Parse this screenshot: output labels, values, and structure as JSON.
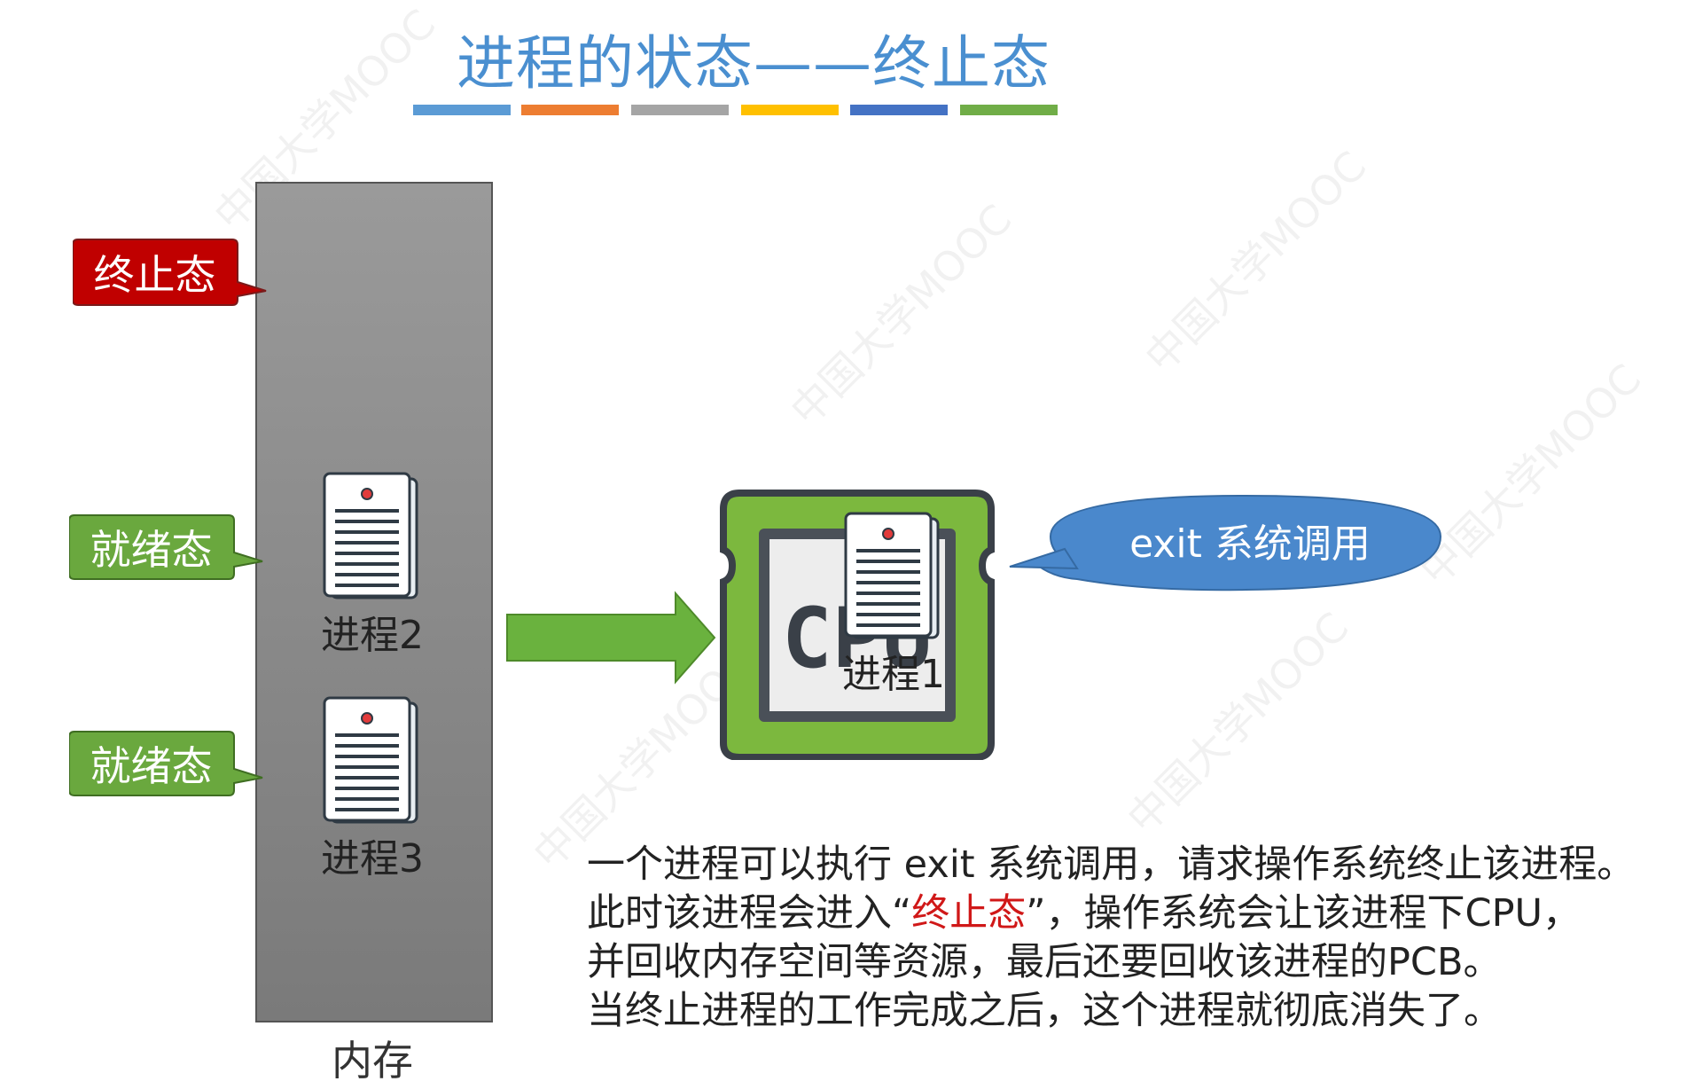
{
  "title": "进程的状态——终止态",
  "title_bar_colors": [
    "#5b9bd5",
    "#ed7d31",
    "#a5a5a5",
    "#ffc000",
    "#4472c4",
    "#70ad47"
  ],
  "memory_label": "内存",
  "states": {
    "terminated": "终止态",
    "ready_1": "就绪态",
    "ready_2": "就绪态"
  },
  "processes": {
    "p2": "进程2",
    "p3": "进程3",
    "p1": "进程1"
  },
  "cpu_label": "CPU",
  "bubble": "exit 系统调用",
  "colors": {
    "title": "#4a8fd0",
    "terminated": "#c00000",
    "ready": "#6aa83e",
    "arrow": "#6ab23e",
    "bubble": "#4a88cc",
    "highlight": "#d01818"
  },
  "description": {
    "line1": "一个进程可以执行 exit 系统调用，请求操作系统终止该进程。",
    "line2_pre": "此时该进程会进入“",
    "line2_red": "终止态",
    "line2_post": "”，操作系统会让该进程下CPU，",
    "line3": "并回收内存空间等资源，最后还要回收该进程的PCB。",
    "line4": "当终止进程的工作完成之后，这个进程就彻底消失了。"
  }
}
